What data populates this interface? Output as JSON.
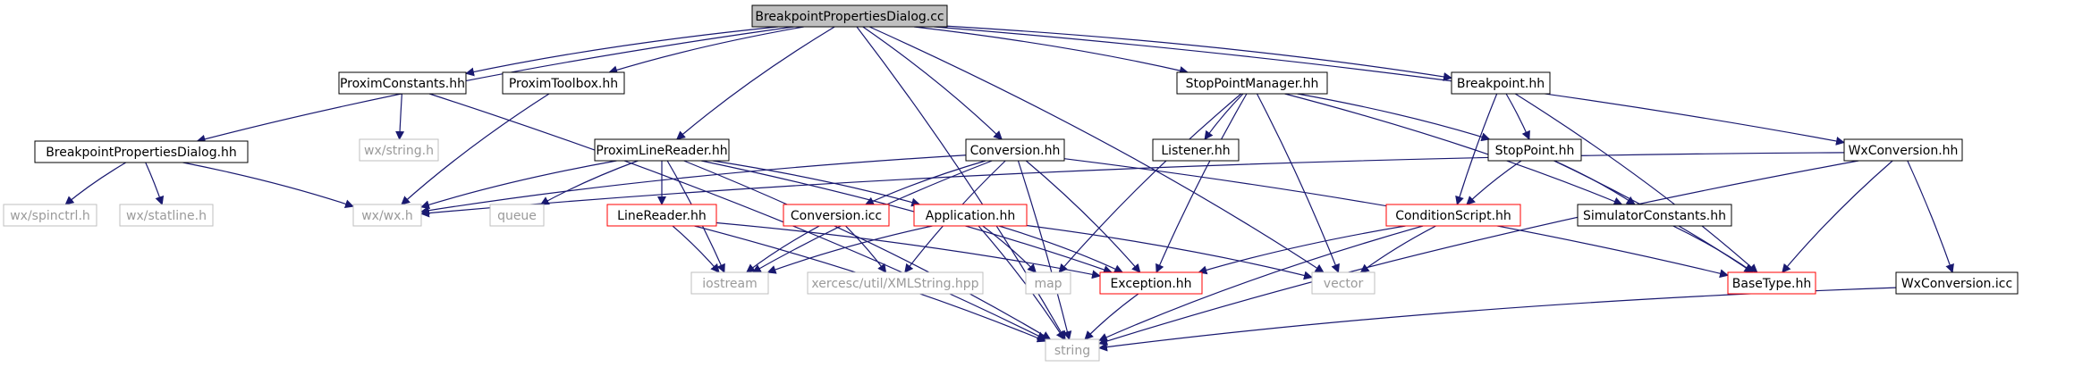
{
  "title": "BreakpointPropertiesDialog.cc",
  "colors": {
    "edge": "#191970",
    "root_fill": "#bfbfbf",
    "box_black": "#000000",
    "box_red": "#ff0000",
    "box_gray": "#bfbfbf",
    "text_gray": "#9a9a9a"
  },
  "nodes": [
    {
      "id": "root",
      "label": "BreakpointPropertiesDialog.cc",
      "style": "root"
    },
    {
      "id": "bpd_hh",
      "label": "BreakpointPropertiesDialog.hh",
      "style": "black"
    },
    {
      "id": "proxconst",
      "label": "ProximConstants.hh",
      "style": "black"
    },
    {
      "id": "proxtool",
      "label": "ProximToolbox.hh",
      "style": "black"
    },
    {
      "id": "plr",
      "label": "ProximLineReader.hh",
      "style": "black"
    },
    {
      "id": "conv",
      "label": "Conversion.hh",
      "style": "black"
    },
    {
      "id": "spm",
      "label": "StopPointManager.hh",
      "style": "black"
    },
    {
      "id": "bp",
      "label": "Breakpoint.hh",
      "style": "black"
    },
    {
      "id": "wxconv",
      "label": "WxConversion.hh",
      "style": "black"
    },
    {
      "id": "wxspin",
      "label": "wx/spinctrl.h",
      "style": "gray"
    },
    {
      "id": "wxstat",
      "label": "wx/statline.h",
      "style": "gray"
    },
    {
      "id": "wxstr",
      "label": "wx/string.h",
      "style": "gray"
    },
    {
      "id": "wxwx",
      "label": "wx/wx.h",
      "style": "gray"
    },
    {
      "id": "queue",
      "label": "queue",
      "style": "gray"
    },
    {
      "id": "lr",
      "label": "LineReader.hh",
      "style": "red"
    },
    {
      "id": "convicc",
      "label": "Conversion.icc",
      "style": "red"
    },
    {
      "id": "app",
      "label": "Application.hh",
      "style": "red"
    },
    {
      "id": "listener",
      "label": "Listener.hh",
      "style": "black"
    },
    {
      "id": "sp",
      "label": "StopPoint.hh",
      "style": "black"
    },
    {
      "id": "cs",
      "label": "ConditionScript.hh",
      "style": "red"
    },
    {
      "id": "simc",
      "label": "SimulatorConstants.hh",
      "style": "black"
    },
    {
      "id": "iostream",
      "label": "iostream",
      "style": "gray"
    },
    {
      "id": "xerces",
      "label": "xercesc/util/XMLString.hpp",
      "style": "gray"
    },
    {
      "id": "map",
      "label": "map",
      "style": "gray"
    },
    {
      "id": "exc",
      "label": "Exception.hh",
      "style": "red"
    },
    {
      "id": "vector",
      "label": "vector",
      "style": "gray"
    },
    {
      "id": "basetype",
      "label": "BaseType.hh",
      "style": "red"
    },
    {
      "id": "wxconvicc",
      "label": "WxConversion.icc",
      "style": "black"
    },
    {
      "id": "string",
      "label": "string",
      "style": "gray"
    }
  ],
  "edges": [
    [
      "root",
      "bpd_hh"
    ],
    [
      "root",
      "proxconst"
    ],
    [
      "root",
      "proxtool"
    ],
    [
      "root",
      "plr"
    ],
    [
      "root",
      "conv"
    ],
    [
      "root",
      "spm"
    ],
    [
      "root",
      "bp"
    ],
    [
      "root",
      "wxconv"
    ],
    [
      "root",
      "string"
    ],
    [
      "root",
      "vector"
    ],
    [
      "bpd_hh",
      "wxspin"
    ],
    [
      "bpd_hh",
      "wxstat"
    ],
    [
      "bpd_hh",
      "wxwx"
    ],
    [
      "proxconst",
      "wxstr"
    ],
    [
      "proxconst",
      "string"
    ],
    [
      "proxtool",
      "wxwx"
    ],
    [
      "plr",
      "wxwx"
    ],
    [
      "plr",
      "queue"
    ],
    [
      "plr",
      "lr"
    ],
    [
      "plr",
      "app"
    ],
    [
      "plr",
      "iostream"
    ],
    [
      "plr",
      "string"
    ],
    [
      "plr",
      "exc"
    ],
    [
      "conv",
      "convicc"
    ],
    [
      "conv",
      "iostream"
    ],
    [
      "conv",
      "xerces"
    ],
    [
      "conv",
      "exc"
    ],
    [
      "conv",
      "string"
    ],
    [
      "conv",
      "basetype"
    ],
    [
      "conv",
      "wxwx"
    ],
    [
      "lr",
      "iostream"
    ],
    [
      "lr",
      "exc"
    ],
    [
      "lr",
      "string"
    ],
    [
      "convicc",
      "iostream"
    ],
    [
      "convicc",
      "xerces"
    ],
    [
      "app",
      "iostream"
    ],
    [
      "app",
      "map"
    ],
    [
      "app",
      "exc"
    ],
    [
      "app",
      "string"
    ],
    [
      "app",
      "vector"
    ],
    [
      "spm",
      "listener"
    ],
    [
      "spm",
      "sp"
    ],
    [
      "spm",
      "exc"
    ],
    [
      "spm",
      "map"
    ],
    [
      "spm",
      "vector"
    ],
    [
      "spm",
      "simc"
    ],
    [
      "bp",
      "sp"
    ],
    [
      "bp",
      "cs"
    ],
    [
      "bp",
      "basetype"
    ],
    [
      "sp",
      "cs"
    ],
    [
      "sp",
      "simc"
    ],
    [
      "sp",
      "basetype"
    ],
    [
      "cs",
      "exc"
    ],
    [
      "cs",
      "vector"
    ],
    [
      "cs",
      "string"
    ],
    [
      "simc",
      "basetype"
    ],
    [
      "exc",
      "string"
    ],
    [
      "wxconv",
      "wxwx"
    ],
    [
      "wxconv",
      "basetype"
    ],
    [
      "wxconv",
      "string"
    ],
    [
      "wxconv",
      "wxconvicc"
    ],
    [
      "wxconvicc",
      "string"
    ]
  ]
}
